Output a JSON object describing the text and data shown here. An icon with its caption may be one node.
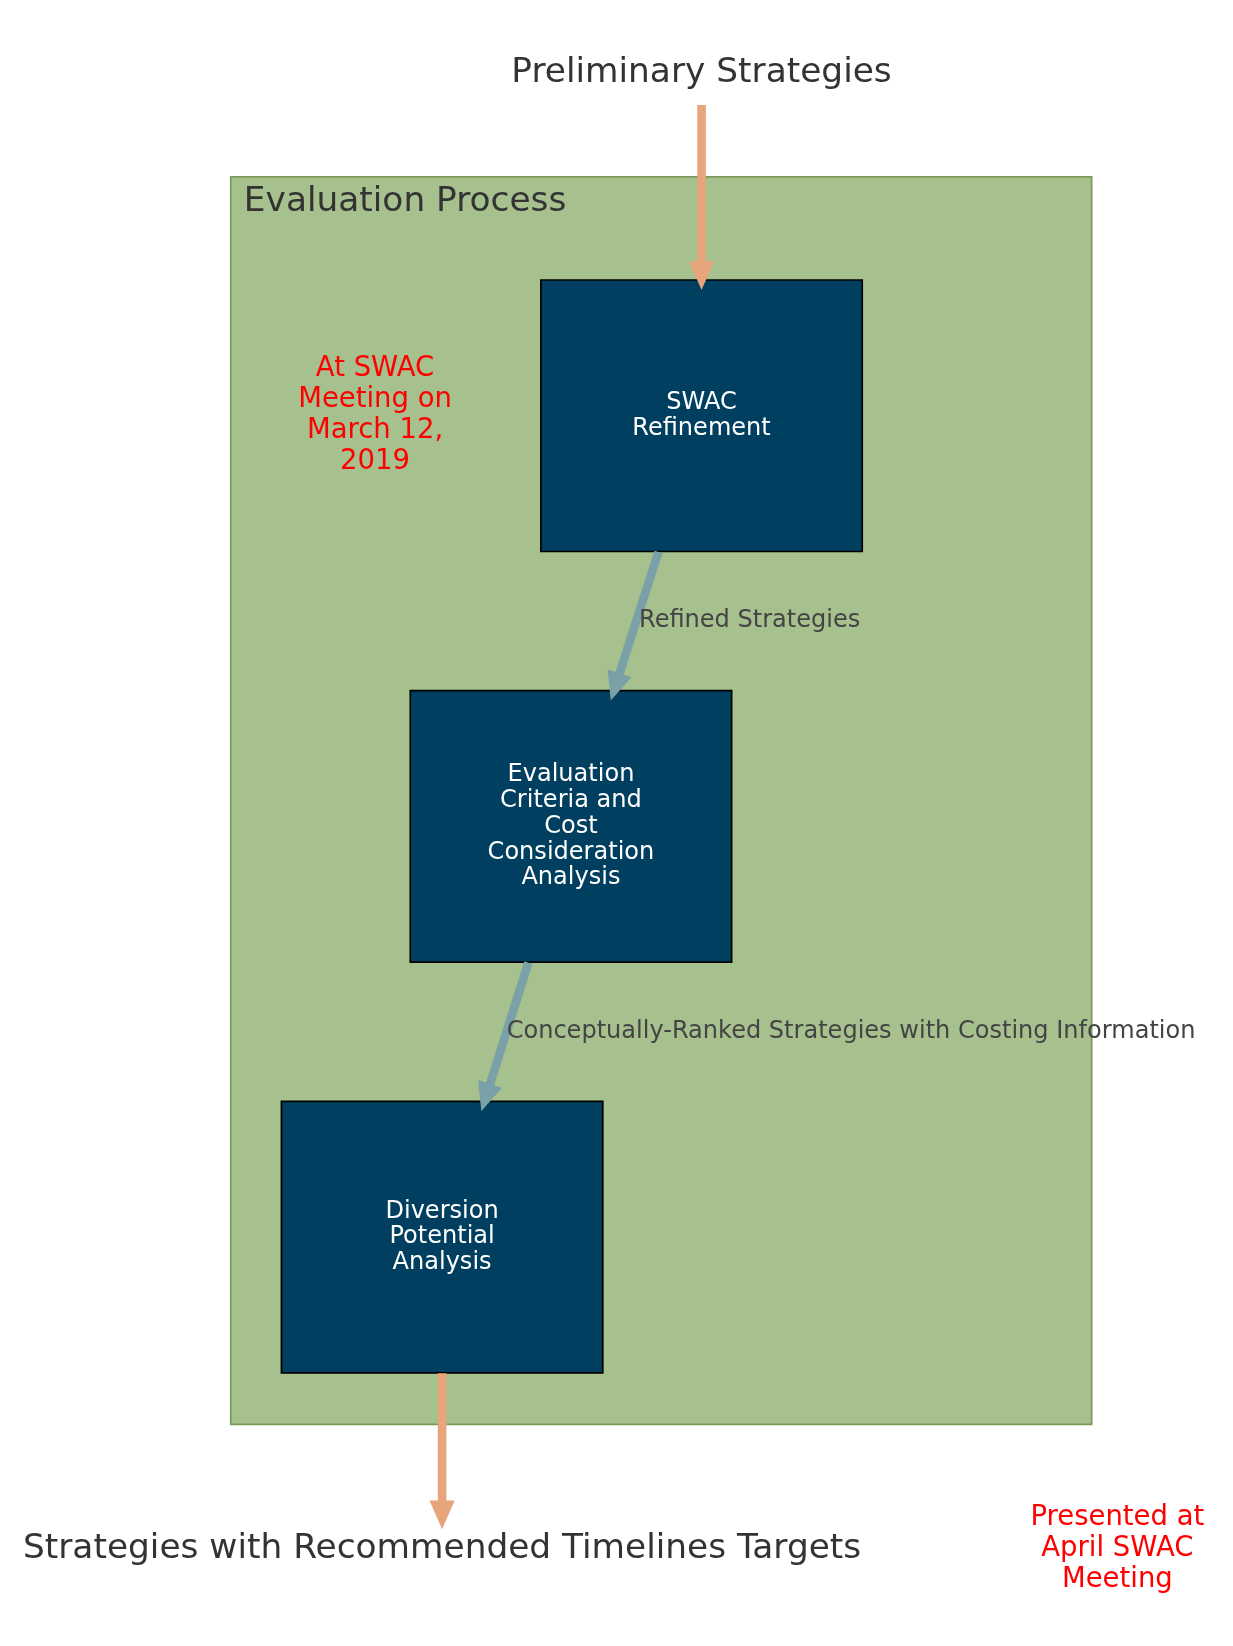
{
  "diagram": {
    "nodes": [
      {
        "text": [
          "Preliminary Strategies"
        ]
      },
      {
        "text": [
          "Evaluation Process"
        ]
      },
      {
        "text": [
          "SWAC Refinement"
        ],
        "in": 1
      },
      {
        "text": [
          "Evaluation Criteria and Cost Consideration Analysis"
        ],
        "in": 1
      },
      {
        "text": [
          "Diversion Potential Analysis"
        ],
        "in": 1
      },
      {
        "text": [
          "Strategies with Recommended Timelines Targets"
        ]
      }
    ],
    "edges": [
      {
        "from": 0,
        "to": 2,
        "arrow": "to",
        "color": "#e8a47a"
      },
      {
        "from": 2,
        "to": 3,
        "arrow": "to",
        "label": "Refined Strategies",
        "color": "#7aa0a8"
      },
      {
        "from": 3,
        "to": 4,
        "arrow": "to",
        "label": "Conceptually-Ranked Strategies with Costing Information",
        "color": "#7aa0a8"
      },
      {
        "from": 4,
        "to": 5,
        "arrow": "to",
        "color": "#e8a47a"
      }
    ],
    "labels": [
      "At SWAC Meeting on March 12, 2019",
      "Presented at April SWAC Meeting"
    ]
  }
}
